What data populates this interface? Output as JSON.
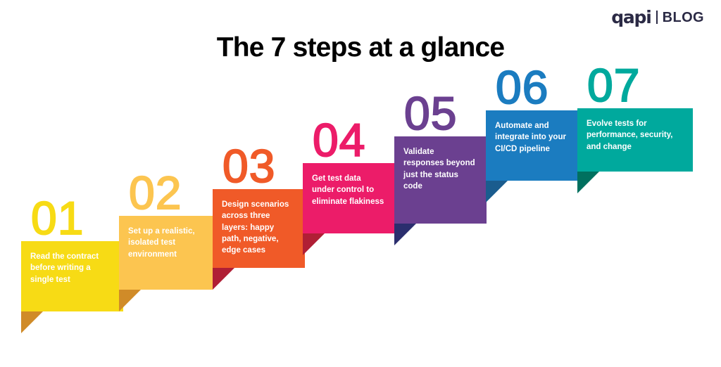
{
  "brand": {
    "mark": "qapi",
    "word": "BLOG",
    "color": "#2b2a45"
  },
  "title": "The 7 steps at a glance",
  "steps": [
    {
      "number": "01",
      "text": "Read the contract\nbefore writing a\nsingle test",
      "color": "#F7DB15",
      "fold_color": "#D08B28",
      "number_color": "#F7DB15"
    },
    {
      "number": "02",
      "text": "Set up a realistic,\nisolated test\nenvironment",
      "color": "#FCC550",
      "fold_color": "#D08B28",
      "number_color": "#FCC550"
    },
    {
      "number": "03",
      "text": "Design scenarios\nacross three\nlayers: happy\npath, negative,\nedge cases",
      "color": "#F05A28",
      "fold_color": "#B01F35",
      "number_color": "#F05A28"
    },
    {
      "number": "04",
      "text": "Get test data\nunder control to\neliminate flakiness",
      "color": "#EC1C69",
      "fold_color": "#B01F35",
      "number_color": "#EC1C69"
    },
    {
      "number": "05",
      "text": "Validate\nresponses beyond\njust the status\ncode",
      "color": "#6B4090",
      "fold_color": "#2B2E6E",
      "number_color": "#6B4090"
    },
    {
      "number": "06",
      "text": "Automate and\nintegrate into your\nCI/CD pipeline",
      "color": "#1B7CC0",
      "fold_color": "#1A5C8E",
      "number_color": "#1B7CC0"
    },
    {
      "number": "07",
      "text": "Evolve tests for\nperformance, security,\nand change",
      "color": "#00A99D",
      "fold_color": "#00705F",
      "number_color": "#00A99D"
    }
  ],
  "layout": {
    "step_left": [
      30,
      169,
      302,
      430,
      560,
      690,
      820
    ],
    "step_top": [
      343,
      307,
      269,
      232,
      194,
      157,
      154
    ],
    "step_width": [
      145,
      133,
      131,
      131,
      131,
      131,
      164
    ],
    "step_height": [
      100,
      105,
      107,
      100,
      124,
      100,
      90
    ]
  }
}
